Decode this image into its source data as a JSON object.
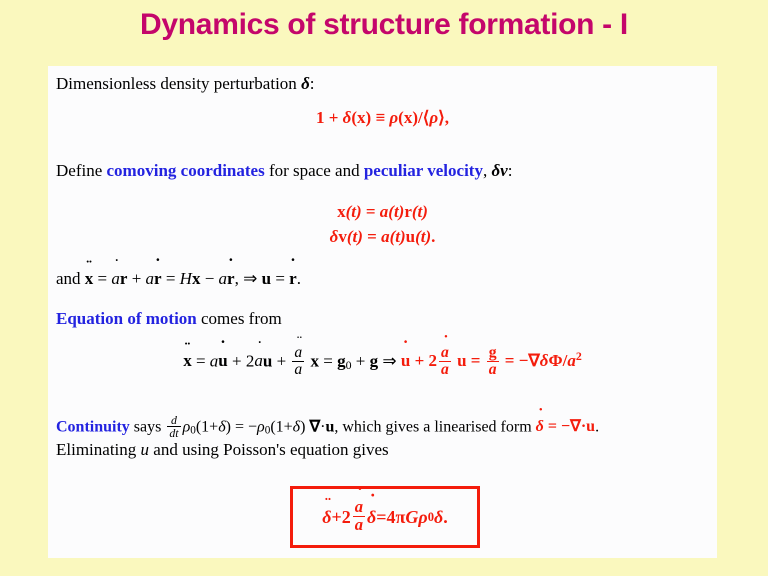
{
  "slide": {
    "title": "Dynamics of structure formation - I",
    "title_color": "#C4066B",
    "background_color": "#FAF8BE",
    "panel_color": "#FCFCFD",
    "body_text_color": "#000000",
    "highlight_color": "#2323E0",
    "equation_color": "#F41C0C"
  },
  "body": {
    "line_dimensionless": {
      "text": "Dimensionless density perturbation δ:",
      "lead": "Dimensionless density perturbation",
      "symbol": "δ",
      "trailing": ":"
    },
    "eq_delta_def": {
      "latex": "1 + \\delta(\\mathbf{x}) \\equiv \\rho(\\mathbf{x})/\\langle\\rho\\rangle,",
      "plain": "1 + δ(x) ≡ ρ(x)/⟨ρ⟩,",
      "one": "1",
      "plus": "+",
      "delta": "δ",
      "open_paren": "(",
      "x": "x",
      "close_paren": ")",
      "equiv": "≡",
      "rho": "ρ",
      "slash": "/",
      "lang": "⟨",
      "rang": "⟩",
      "comma": ","
    },
    "line_define": {
      "lead": "Define",
      "highlight_1": "comoving coordinates",
      "middle": "for space and",
      "highlight_2": "peculiar velocity",
      "comma": ",",
      "delta_v": "δv",
      "colon": ":"
    },
    "eq_comoving_x": {
      "plain": "x(t) = a(t)r(t)",
      "lhs_vec": "x",
      "arg": "(t)",
      "eq": "=",
      "a": "a",
      "r_vec": "r"
    },
    "eq_comoving_v": {
      "plain": "δv(t) = a(t)u(t).",
      "delta": "δ",
      "v_vec": "v",
      "arg": "(t)",
      "eq": "=",
      "a": "a",
      "u_vec": "u",
      "period": "."
    },
    "line_and_xdot": {
      "plain": "and ẋ = ȧr + aṙ = Hx − aṙ, ⇒ u = ṙ.",
      "and": "and",
      "x": "x",
      "eq": "=",
      "a": "a",
      "r": "r",
      "plus": "+",
      "H": "H",
      "minus": "−",
      "comma": ",",
      "implies": "⇒",
      "u": "u",
      "period": "."
    },
    "line_eom_label": {
      "highlight": "Equation of motion",
      "rest": "comes from"
    },
    "eq_eom": {
      "plain": "ẍ = au̇ + 2ȧu + (ä/a) x = g₀ + g ⇒ u̇ + 2(ȧ/a) u = g/a = −∇δΦ/a²",
      "x": "x",
      "eq": "=",
      "a": "a",
      "u": "u",
      "two": "2",
      "plus": "+",
      "g": "g",
      "g_sub": "0",
      "implies": "⇒",
      "minus": "−",
      "nabla": "∇",
      "delta": "δ",
      "Phi": "Φ",
      "slash": "/",
      "exp_two": "2"
    },
    "line_continuity": {
      "highlight": "Continuity",
      "says": "says",
      "ddt_num": "d",
      "ddt_den": "dt",
      "rho": "ρ",
      "rho_sub": "0",
      "open": "(1+",
      "delta": "δ",
      "close": ")",
      "eq": "=",
      "minus": "−",
      "nabla": "∇",
      "cdot": "·",
      "u": "u",
      "comma_which": ", which gives a linearised form",
      "linearised_delta": "δ",
      "linearised_eq": "=",
      "linearised_minus": "−",
      "linearised_nabla": "∇",
      "linearised_cdot": "·",
      "linearised_u": "u",
      "period": "."
    },
    "line_eliminating": {
      "plain": "Eliminating u and using Poisson's equation gives",
      "lead": "Eliminating",
      "u": "u",
      "rest": "and using Poisson's equation gives"
    },
    "boxed_equation": {
      "plain": "δ̈ + 2(ȧ/a)δ̇ = 4πGρ₀δ.",
      "delta": "δ",
      "plus": "+",
      "two": "2",
      "a_dot": "a",
      "a_den": "a",
      "eq": "=",
      "four": "4",
      "pi": "π",
      "G": "G",
      "rho": "ρ",
      "rho_sub": "0",
      "period": "."
    }
  }
}
